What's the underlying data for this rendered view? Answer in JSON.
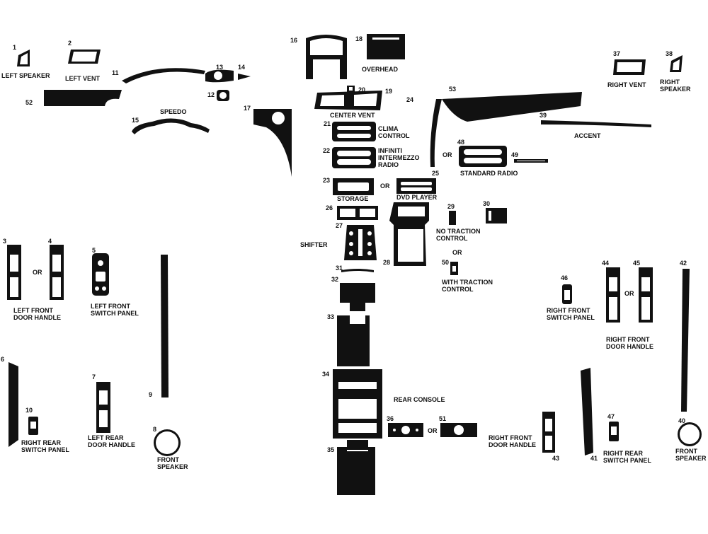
{
  "numbers": [
    "1",
    "2",
    "3",
    "4",
    "5",
    "6",
    "7",
    "8",
    "9",
    "10",
    "11",
    "12",
    "13",
    "14",
    "15",
    "16",
    "17",
    "18",
    "19",
    "20",
    "21",
    "22",
    "23",
    "24",
    "25",
    "26",
    "27",
    "28",
    "29",
    "30",
    "31",
    "32",
    "33",
    "34",
    "35",
    "36",
    "37",
    "38",
    "39",
    "40",
    "41",
    "42",
    "43",
    "44",
    "45",
    "46",
    "47",
    "48",
    "49",
    "50",
    "51",
    "52",
    "53"
  ],
  "labels": {
    "left_speaker": "LEFT SPEAKER",
    "left_vent": "LEFT VENT",
    "speedo": "SPEEDO",
    "overhead": "OVERHEAD",
    "center_vent": "CENTER VENT",
    "clima_control": "CLIMA\nCONTROL",
    "infiniti_radio": "INFINITI\nINTERMEZZO\nRADIO",
    "storage": "STORAGE",
    "dvd_player": "DVD PLAYER",
    "shifter": "SHIFTER",
    "no_traction": "NO TRACTION\nCONTROL",
    "with_traction": "WITH TRACTION\nCONTROL",
    "standard_radio": "STANDARD RADIO",
    "accent": "ACCENT",
    "right_vent": "RIGHT VENT",
    "right_speaker": "RIGHT\nSPEAKER",
    "left_front_door_handle": "LEFT FRONT\nDOOR HANDLE",
    "left_front_switch_panel": "LEFT FRONT\nSWITCH PANEL",
    "right_front_switch_panel": "RIGHT FRONT\nSWITCH PANEL",
    "right_front_door_handle_top": "RIGHT FRONT\nDOOR HANDLE",
    "right_rear_switch_panel_left": "RIGHT REAR\nSWITCH PANEL",
    "left_rear_door_handle": "LEFT REAR\nDOOR HANDLE",
    "front_speaker_left": "FRONT\nSPEAKER",
    "rear_console": "REAR CONSOLE",
    "right_front_door_handle_bottom": "RIGHT FRONT\nDOOR HANDLE",
    "right_rear_switch_panel_right": "RIGHT REAR\nSWITCH PANEL",
    "front_speaker_right": "FRONT\nSPEAKER"
  },
  "or_text": "OR"
}
